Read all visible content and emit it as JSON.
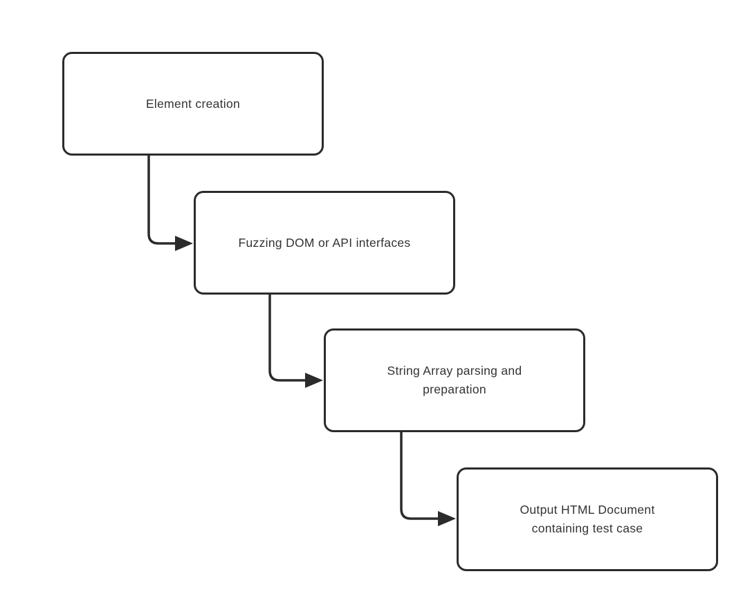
{
  "diagram": {
    "type": "flowchart",
    "background": "#ffffff"
  },
  "colors": {
    "node_border": "#2b2b2b",
    "node_fill": "#ffffff",
    "arrow": "#2b2b2b",
    "text": "#333333"
  },
  "nodes": [
    {
      "id": "element-creation",
      "label": [
        "Element creation"
      ]
    },
    {
      "id": "fuzzing-interfaces",
      "label": [
        "Fuzzing DOM or API interfaces"
      ]
    },
    {
      "id": "string-array-parsing",
      "label": [
        "String Array parsing and",
        "preparation"
      ]
    },
    {
      "id": "output-html-document",
      "label": [
        "Output HTML Document",
        "containing test case"
      ]
    }
  ],
  "connections": [
    {
      "from": "element-creation",
      "to": "fuzzing-interfaces",
      "style": "elbow-arrow"
    },
    {
      "from": "fuzzing-interfaces",
      "to": "string-array-parsing",
      "style": "elbow-arrow"
    },
    {
      "from": "string-array-parsing",
      "to": "output-html-document",
      "style": "elbow-arrow"
    }
  ]
}
